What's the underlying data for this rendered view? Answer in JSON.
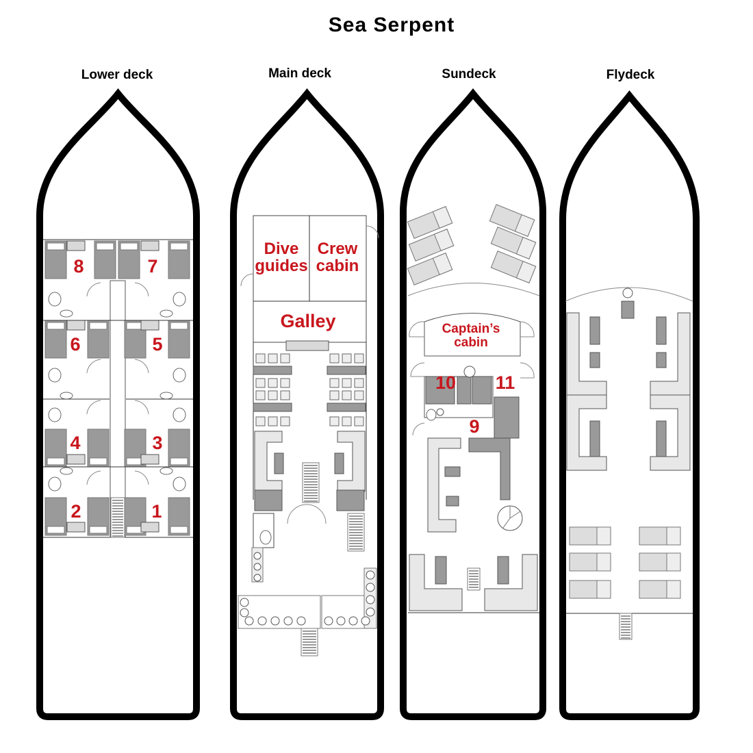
{
  "title": "Sea Serpent",
  "decks": [
    {
      "name": "Lower deck"
    },
    {
      "name": "Main deck"
    },
    {
      "name": "Sundeck"
    },
    {
      "name": "Flydeck"
    }
  ],
  "lower_deck_cabins": [
    "8",
    "7",
    "6",
    "5",
    "4",
    "3",
    "2",
    "1"
  ],
  "main_deck_rooms": {
    "dive_guides": "Dive guides",
    "crew_cabin": "Crew cabin",
    "galley": "Galley"
  },
  "sundeck_rooms": {
    "captains_cabin": "Captain’s cabin",
    "cabin_10": "10",
    "cabin_11": "11",
    "cabin_9": "9"
  },
  "colors": {
    "hull": "#000000",
    "label_red": "#c8161d",
    "furniture": "#9a9a9a",
    "furniture_light": "#d9d9d9"
  }
}
